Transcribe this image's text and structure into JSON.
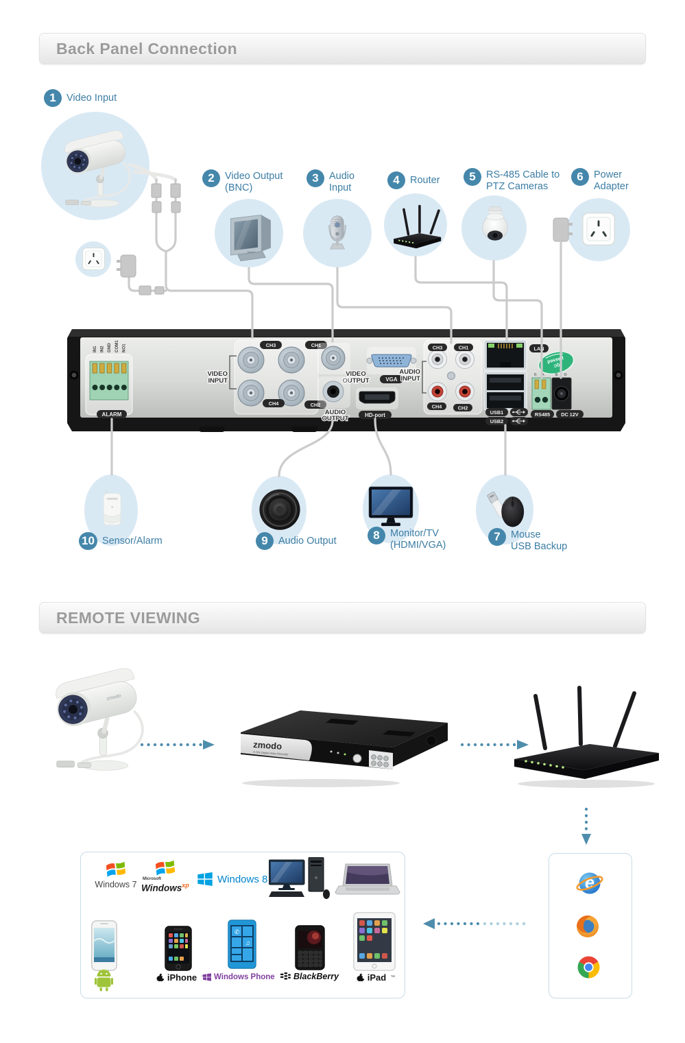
{
  "back_panel": {
    "header": "Back Panel Connection",
    "callouts": [
      {
        "num": "1",
        "lines": [
          "Video Input"
        ]
      },
      {
        "num": "2",
        "lines": [
          "Video Output",
          "(BNC)"
        ]
      },
      {
        "num": "3",
        "lines": [
          "Audio",
          "Input"
        ]
      },
      {
        "num": "4",
        "lines": [
          "Router"
        ]
      },
      {
        "num": "5",
        "lines": [
          "RS-485 Cable to",
          "PTZ Cameras"
        ]
      },
      {
        "num": "6",
        "lines": [
          "Power",
          "Adapter"
        ]
      },
      {
        "num": "7",
        "lines": [
          "Mouse",
          "USB Backup"
        ]
      },
      {
        "num": "8",
        "lines": [
          "Monitor/TV",
          "(HDMI/VGA)"
        ]
      },
      {
        "num": "9",
        "lines": [
          "Audio Output"
        ]
      },
      {
        "num": "10",
        "lines": [
          "Sensor/Alarm"
        ]
      }
    ],
    "panel": {
      "alarm_pins": [
        "IN1",
        "IN2",
        "GND",
        "COM1",
        "NO1"
      ],
      "alarm": "ALARM",
      "video_input_l1": "VIDEO",
      "video_input_l2": "INPUT",
      "vin_ch": [
        "CH3",
        "CH1",
        "CH4",
        "CH2"
      ],
      "video_output_l1": "VIDEO",
      "video_output_l2": "OUTPUT",
      "audio_output_l1": "AUDIO",
      "audio_output_l2": "OUTPUT",
      "vga": "VGA",
      "hd_port": "HD-port",
      "audio_input_l1": "AUDIO",
      "audio_input_l2": "INPUT",
      "ain_ch": [
        "CH3",
        "CH1",
        "CH4",
        "CH2"
      ],
      "lan": "LAN",
      "usb1": "USB1",
      "usb2": "USB2",
      "qc_l1": "QC",
      "qc_l2": "passed",
      "rs485": "RS485",
      "dc": "DC 12V"
    }
  },
  "remote": {
    "header": "REMOTE VIEWING",
    "camera_brand": "zmodo",
    "dvr_brand": "zmodo",
    "dvr_model": "H.264 Digital Video Recorder",
    "os": {
      "win7": "Windows 7",
      "xp_pre": "Microsoft",
      "xp": "Windows",
      "xp_sup": "xp",
      "win8": "Windows 8"
    },
    "labels": {
      "iphone": "iPhone",
      "iphone_tm": "™",
      "wphone": "Windows Phone",
      "blackberry": "BlackBerry",
      "ipad": "iPad",
      "ipad_tm": "™"
    }
  },
  "colors": {
    "accent": "#4587ab",
    "label_blue": "#3c7da4",
    "bubble": "#d9e9f4",
    "cable": "#cbcbcb",
    "arrow": "#4e8dac"
  }
}
